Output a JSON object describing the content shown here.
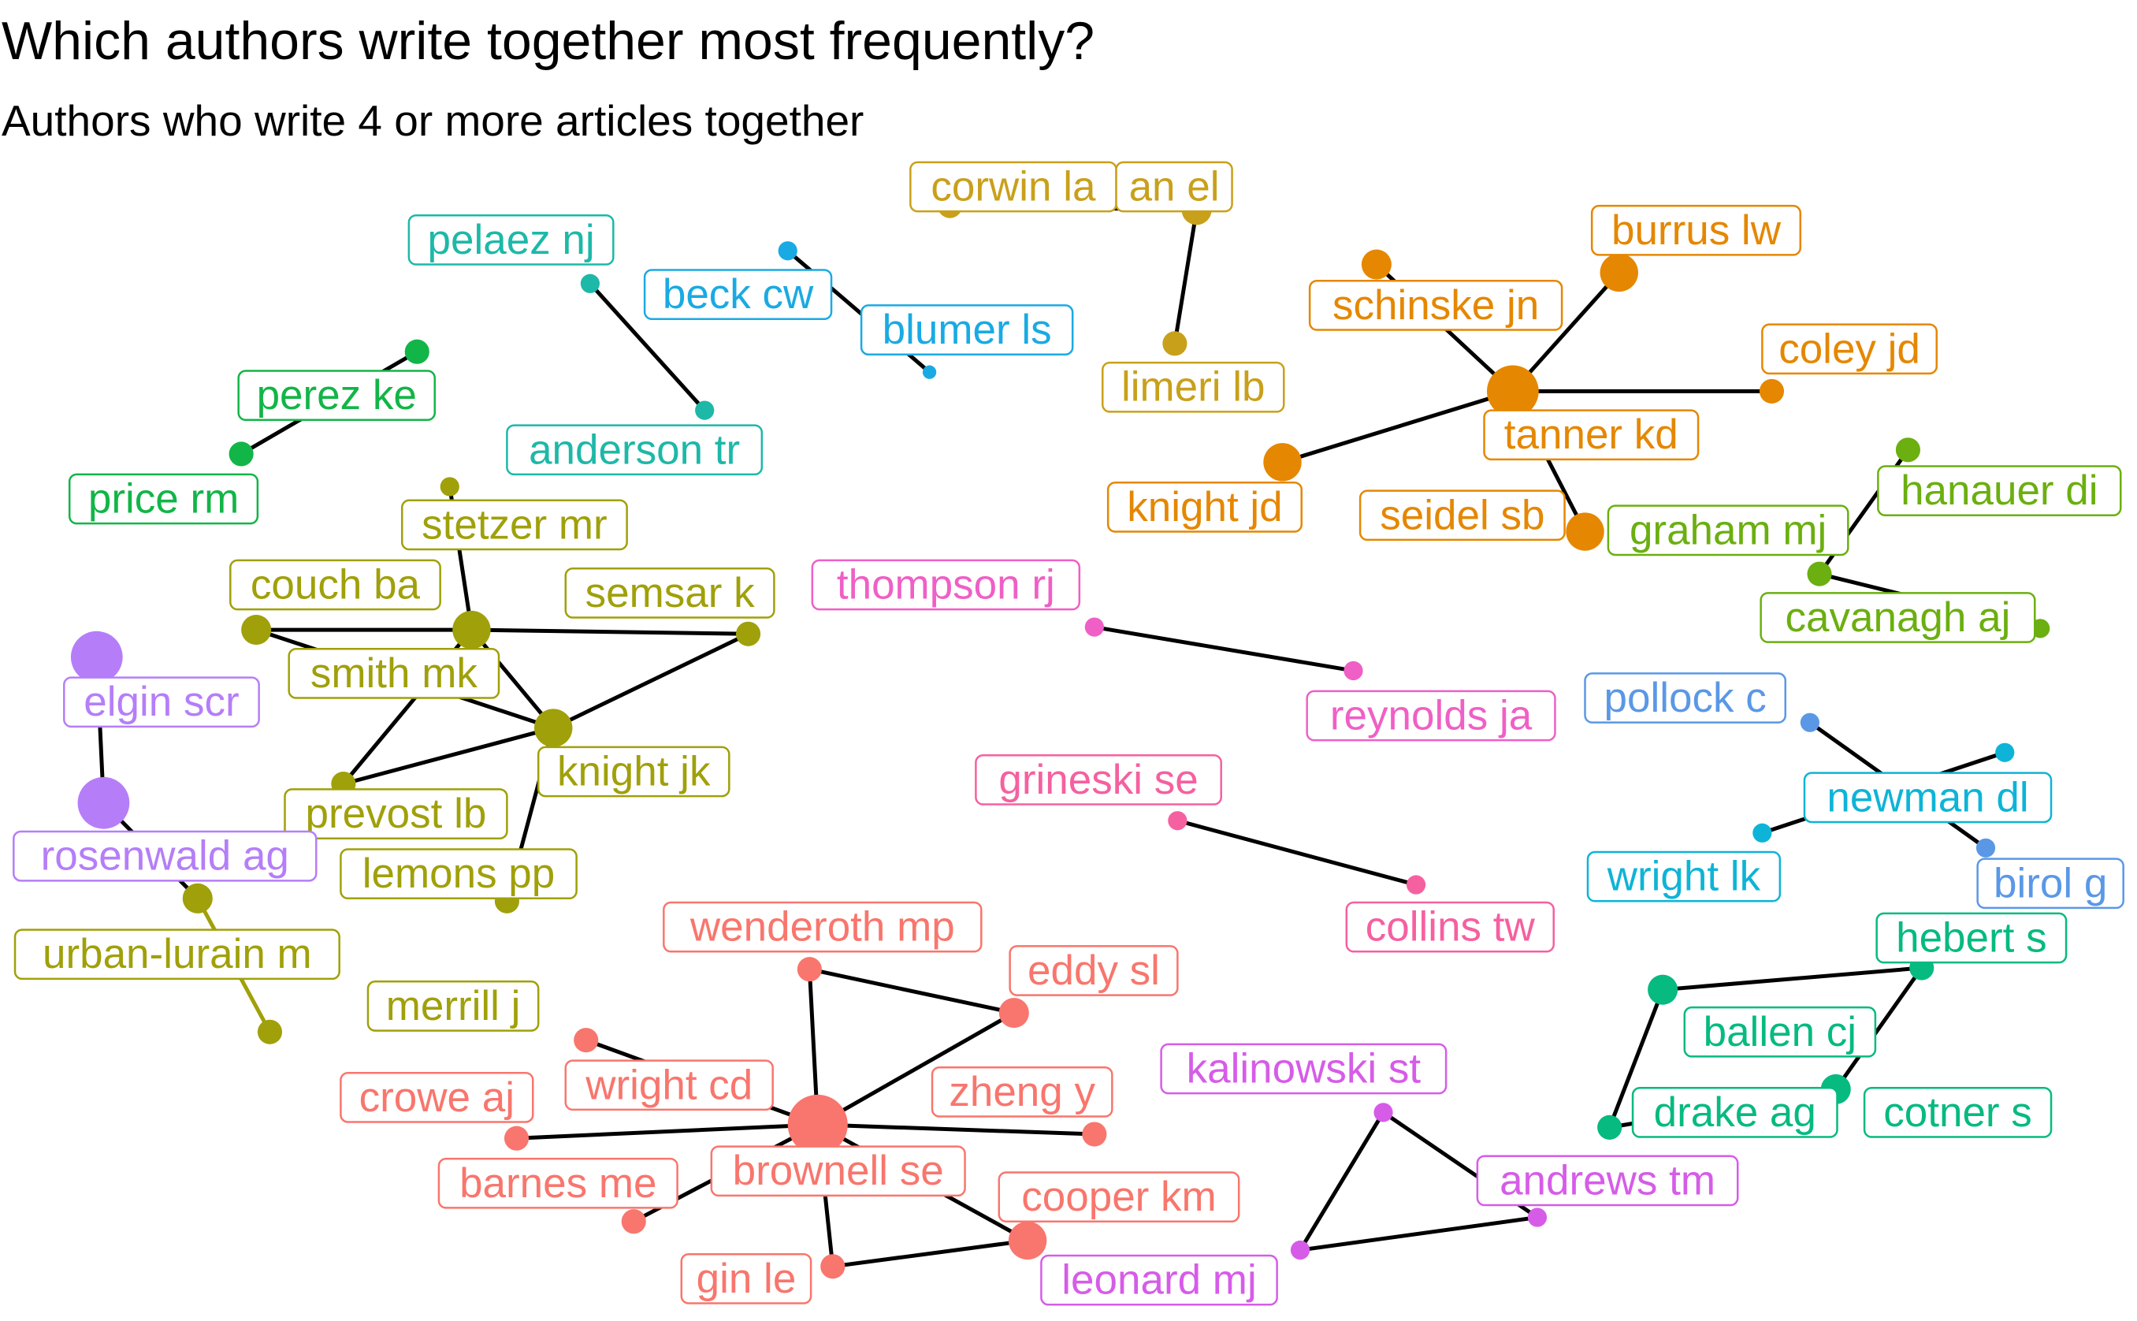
{
  "title": "Which authors write together most frequently?",
  "subtitle": "Authors who write 4 or more articles together",
  "edge_color": "#000000",
  "groups": {
    "corwin": "#C9A01A",
    "beck": "#1AAAE3",
    "pelaez": "#1DB8A8",
    "tanner": "#E58700",
    "perez": "#12B547",
    "graham": "#6BAF10",
    "couch": "#A0A00A",
    "thompson": "#EF5FC6",
    "elgin": "#B57EF8",
    "pollock": "#5A98E6",
    "newman": "#0EB4D7",
    "grineski": "#F560A0",
    "brownell": "#F8766D",
    "hebert": "#06BA80",
    "kalinowski": "#D65CE8"
  },
  "nodes": [
    {
      "id": "corwin la",
      "label": "corwin la",
      "group": "corwin",
      "size": 2
    },
    {
      "id": "an el",
      "label": "an el",
      "group": "corwin",
      "size": 3
    },
    {
      "id": "limeri lb",
      "label": "limeri lb",
      "group": "corwin",
      "size": 2
    },
    {
      "id": "beck cw",
      "label": "beck cw",
      "group": "beck",
      "size": 1
    },
    {
      "id": "blumer ls",
      "label": "blumer ls",
      "group": "beck",
      "size": 0
    },
    {
      "id": "pelaez nj",
      "label": "pelaez nj",
      "group": "pelaez",
      "size": 1
    },
    {
      "id": "anderson tr",
      "label": "anderson tr",
      "group": "pelaez",
      "size": 1
    },
    {
      "id": "schinske jn",
      "label": "schinske jn",
      "group": "tanner",
      "size": 3
    },
    {
      "id": "burrus lw",
      "label": "burrus lw",
      "group": "tanner",
      "size": 4
    },
    {
      "id": "coley jd",
      "label": "coley jd",
      "group": "tanner",
      "size": 2
    },
    {
      "id": "tanner kd",
      "label": "tanner kd",
      "group": "tanner",
      "size": 5
    },
    {
      "id": "knight jd",
      "label": "knight jd",
      "group": "tanner",
      "size": 4
    },
    {
      "id": "seidel sb",
      "label": "seidel sb",
      "group": "tanner",
      "size": 4
    },
    {
      "id": "perez ke",
      "label": "perez ke",
      "group": "perez",
      "size": 2
    },
    {
      "id": "price rm",
      "label": "price rm",
      "group": "perez",
      "size": 2
    },
    {
      "id": "hanauer di",
      "label": "hanauer di",
      "group": "graham",
      "size": 2
    },
    {
      "id": "graham mj",
      "label": "graham mj",
      "group": "graham",
      "size": 2
    },
    {
      "id": "cavanagh aj",
      "label": "cavanagh aj",
      "group": "graham",
      "size": 1
    },
    {
      "id": "stetzer mr",
      "label": "stetzer mr",
      "group": "couch",
      "size": 1
    },
    {
      "id": "couch ba",
      "label": "couch ba",
      "group": "couch",
      "size": 3
    },
    {
      "id": "semsar k",
      "label": "semsar k",
      "group": "couch",
      "size": 2
    },
    {
      "id": "smith mk",
      "label": "smith mk",
      "group": "couch",
      "size": 4
    },
    {
      "id": "knight jk",
      "label": "knight jk",
      "group": "couch",
      "size": 4
    },
    {
      "id": "prevost lb",
      "label": "prevost lb",
      "group": "couch",
      "size": 2
    },
    {
      "id": "lemons pp",
      "label": "lemons pp",
      "group": "couch",
      "size": 2
    },
    {
      "id": "urban-lurain m",
      "label": "urban-lurain m",
      "group": "couch",
      "size": 3
    },
    {
      "id": "merrill j",
      "label": "merrill j",
      "group": "couch",
      "size": 2
    },
    {
      "id": "thompson rj",
      "label": "thompson rj",
      "group": "thompson",
      "size": 1
    },
    {
      "id": "reynolds ja",
      "label": "reynolds ja",
      "group": "thompson",
      "size": 1
    },
    {
      "id": "elgin scr",
      "label": "elgin scr",
      "group": "elgin",
      "size": 5
    },
    {
      "id": "rosenwald ag",
      "label": "rosenwald ag",
      "group": "elgin",
      "size": 5
    },
    {
      "id": "pollock c",
      "label": "pollock c",
      "group": "pollock",
      "size": 1
    },
    {
      "id": "birol g",
      "label": "birol g",
      "group": "pollock",
      "size": 1
    },
    {
      "id": "newman dl",
      "label": "newman dl",
      "group": "newman",
      "size": 1
    },
    {
      "id": "wright lk",
      "label": "wright lk",
      "group": "newman",
      "size": 1
    },
    {
      "id": "grineski se",
      "label": "grineski se",
      "group": "grineski",
      "size": 1
    },
    {
      "id": "collins tw",
      "label": "collins tw",
      "group": "grineski",
      "size": 1
    },
    {
      "id": "wenderoth mp",
      "label": "wenderoth mp",
      "group": "brownell",
      "size": 2
    },
    {
      "id": "eddy sl",
      "label": "eddy sl",
      "group": "brownell",
      "size": 3
    },
    {
      "id": "wright cd",
      "label": "wright cd",
      "group": "brownell",
      "size": 2
    },
    {
      "id": "zheng y",
      "label": "zheng y",
      "group": "brownell",
      "size": 2
    },
    {
      "id": "crowe aj",
      "label": "crowe aj",
      "group": "brownell",
      "size": 2
    },
    {
      "id": "brownell se",
      "label": "brownell se",
      "group": "brownell",
      "size": 6
    },
    {
      "id": "barnes me",
      "label": "barnes me",
      "group": "brownell",
      "size": 2
    },
    {
      "id": "cooper km",
      "label": "cooper km",
      "group": "brownell",
      "size": 4
    },
    {
      "id": "gin le",
      "label": "gin le",
      "group": "brownell",
      "size": 2
    },
    {
      "id": "hebert s",
      "label": "hebert s",
      "group": "hebert",
      "size": 2
    },
    {
      "id": "ballen cj",
      "label": "ballen cj",
      "group": "hebert",
      "size": 3
    },
    {
      "id": "drake ag",
      "label": "drake ag",
      "group": "hebert",
      "size": 2
    },
    {
      "id": "cotner s",
      "label": "cotner s",
      "group": "hebert",
      "size": 3
    },
    {
      "id": "kalinowski st",
      "label": "kalinowski st",
      "group": "kalinowski",
      "size": 1
    },
    {
      "id": "andrews tm",
      "label": "andrews tm",
      "group": "kalinowski",
      "size": 1
    },
    {
      "id": "leonard mj",
      "label": "leonard mj",
      "group": "kalinowski",
      "size": 1
    }
  ],
  "edges": [
    [
      "corwin la",
      "an el"
    ],
    [
      "an el",
      "limeri lb"
    ],
    [
      "beck cw",
      "blumer ls"
    ],
    [
      "pelaez nj",
      "anderson tr"
    ],
    [
      "schinske jn",
      "tanner kd"
    ],
    [
      "burrus lw",
      "tanner kd"
    ],
    [
      "coley jd",
      "tanner kd"
    ],
    [
      "knight jd",
      "tanner kd"
    ],
    [
      "seidel sb",
      "tanner kd"
    ],
    [
      "perez ke",
      "price rm"
    ],
    [
      "hanauer di",
      "graham mj"
    ],
    [
      "graham mj",
      "cavanagh aj"
    ],
    [
      "stetzer mr",
      "smith mk"
    ],
    [
      "couch ba",
      "smith mk"
    ],
    [
      "couch ba",
      "knight jk"
    ],
    [
      "smith mk",
      "semsar k"
    ],
    [
      "smith mk",
      "knight jk"
    ],
    [
      "semsar k",
      "knight jk"
    ],
    [
      "smith mk",
      "prevost lb"
    ],
    [
      "prevost lb",
      "knight jk"
    ],
    [
      "knight jk",
      "lemons pp"
    ],
    [
      "urban-lurain m",
      "merrill j"
    ],
    [
      "rosenwald ag",
      "urban-lurain m"
    ],
    [
      "thompson rj",
      "reynolds ja"
    ],
    [
      "elgin scr",
      "rosenwald ag"
    ],
    [
      "pollock c",
      "birol g"
    ],
    [
      "newman dl",
      "wright lk"
    ],
    [
      "grineski se",
      "collins tw"
    ],
    [
      "wenderoth mp",
      "brownell se"
    ],
    [
      "wenderoth mp",
      "eddy sl"
    ],
    [
      "eddy sl",
      "brownell se"
    ],
    [
      "wright cd",
      "brownell se"
    ],
    [
      "zheng y",
      "brownell se"
    ],
    [
      "crowe aj",
      "brownell se"
    ],
    [
      "barnes me",
      "brownell se"
    ],
    [
      "brownell se",
      "cooper km"
    ],
    [
      "gin le",
      "cooper km"
    ],
    [
      "brownell se",
      "gin le"
    ],
    [
      "ballen cj",
      "hebert s"
    ],
    [
      "ballen cj",
      "drake ag"
    ],
    [
      "hebert s",
      "cotner s"
    ],
    [
      "drake ag",
      "cotner s"
    ],
    [
      "kalinowski st",
      "andrews tm"
    ],
    [
      "kalinowski st",
      "leonard mj"
    ],
    [
      "leonard mj",
      "andrews tm"
    ]
  ]
}
